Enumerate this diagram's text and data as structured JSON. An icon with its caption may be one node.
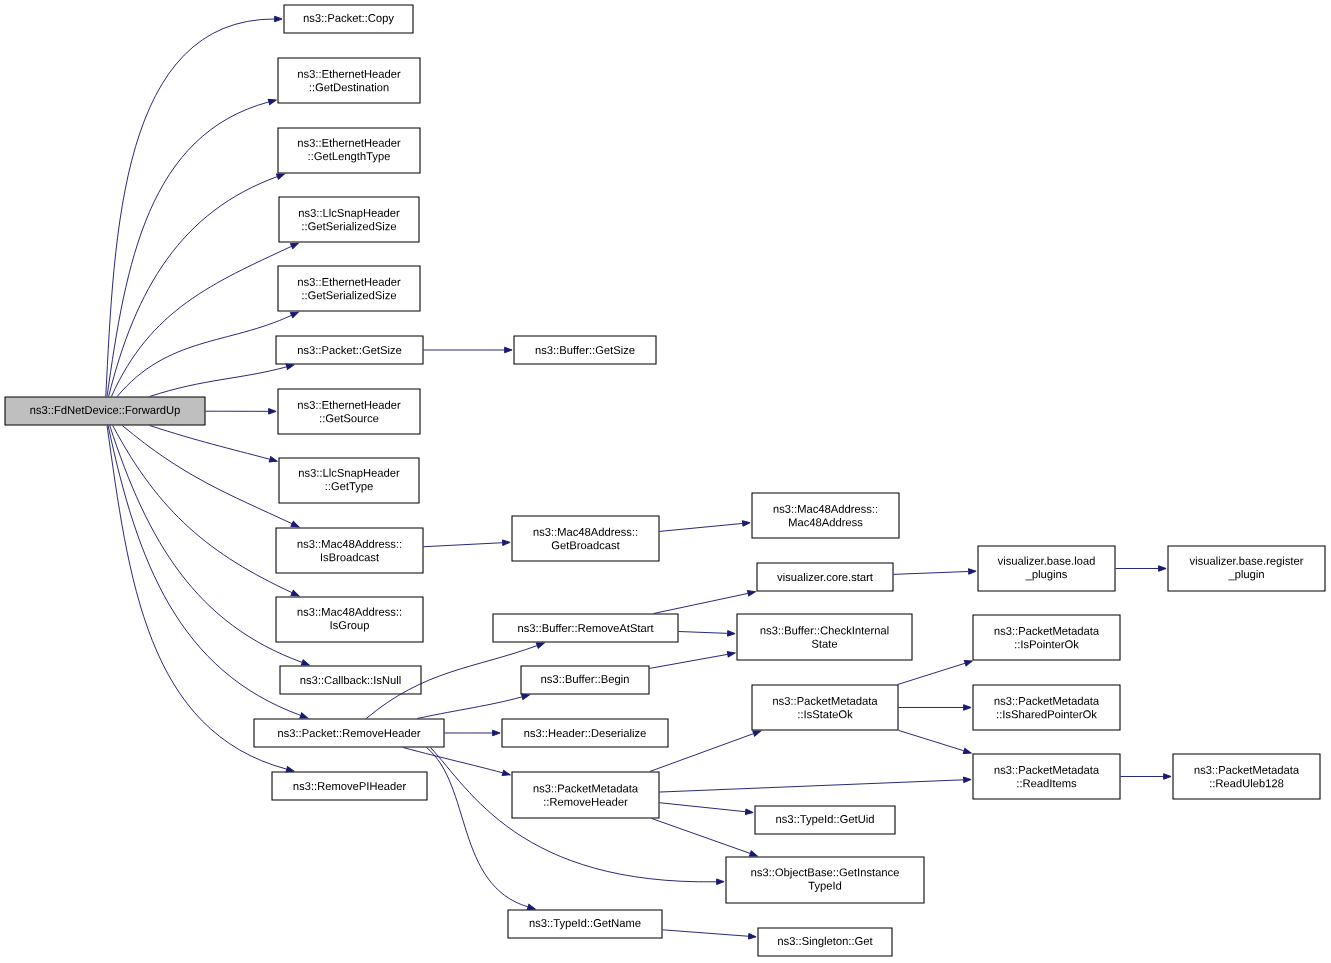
{
  "diagram": {
    "nodes": [
      {
        "text": [
          "ns3::FdNetDevice::ForwardUp"
        ]
      },
      {
        "text": [
          "ns3::Packet::Copy"
        ]
      },
      {
        "text": [
          "ns3::EthernetHeader ::GetDestination"
        ]
      },
      {
        "text": [
          "ns3::EthernetHeader ::GetLengthType"
        ]
      },
      {
        "text": [
          "ns3::LlcSnapHeader ::GetSerializedSize"
        ]
      },
      {
        "text": [
          "ns3::EthernetHeader ::GetSerializedSize"
        ]
      },
      {
        "text": [
          "ns3::Packet::GetSize"
        ]
      },
      {
        "text": [
          "ns3::Buffer::GetSize"
        ]
      },
      {
        "text": [
          "ns3::EthernetHeader ::GetSource"
        ]
      },
      {
        "text": [
          "ns3::LlcSnapHeader ::GetType"
        ]
      },
      {
        "text": [
          "ns3::Mac48Address:: IsBroadcast"
        ]
      },
      {
        "text": [
          "ns3::Mac48Address:: GetBroadcast"
        ]
      },
      {
        "text": [
          "ns3::Mac48Address:: Mac48Address"
        ]
      },
      {
        "text": [
          "ns3::Mac48Address:: IsGroup"
        ]
      },
      {
        "text": [
          "ns3::Callback::IsNull"
        ]
      },
      {
        "text": [
          "ns3::Packet::RemoveHeader"
        ]
      },
      {
        "text": [
          "ns3::RemovePIHeader"
        ]
      },
      {
        "text": [
          "ns3::Buffer::RemoveAtStart"
        ]
      },
      {
        "text": [
          "visualizer.core.start"
        ]
      },
      {
        "text": [
          "visualizer.base.load _plugins"
        ]
      },
      {
        "text": [
          "visualizer.base.register _plugin"
        ]
      },
      {
        "text": [
          "ns3::Buffer::CheckInternal State"
        ]
      },
      {
        "text": [
          "ns3::Buffer::Begin"
        ]
      },
      {
        "text": [
          "ns3::Header::Deserialize"
        ]
      },
      {
        "text": [
          "ns3::PacketMetadata ::IsStateOk"
        ]
      },
      {
        "text": [
          "ns3::PacketMetadata ::IsPointerOk"
        ]
      },
      {
        "text": [
          "ns3::PacketMetadata ::IsSharedPointerOk"
        ]
      },
      {
        "text": [
          "ns3::PacketMetadata ::ReadItems"
        ]
      },
      {
        "text": [
          "ns3::PacketMetadata ::ReadUleb128"
        ]
      },
      {
        "text": [
          "ns3::PacketMetadata ::RemoveHeader"
        ]
      },
      {
        "text": [
          "ns3::TypeId::GetUid"
        ]
      },
      {
        "text": [
          "ns3::ObjectBase::GetInstance TypeId"
        ]
      },
      {
        "text": [
          "ns3::TypeId::GetName"
        ]
      },
      {
        "text": [
          "ns3::Singleton::Get"
        ]
      }
    ],
    "edges": [
      {
        "from": 0,
        "to": 1,
        "arrow": "to"
      },
      {
        "from": 0,
        "to": 2,
        "arrow": "to"
      },
      {
        "from": 0,
        "to": 3,
        "arrow": "to"
      },
      {
        "from": 0,
        "to": 4,
        "arrow": "to"
      },
      {
        "from": 0,
        "to": 5,
        "arrow": "to"
      },
      {
        "from": 0,
        "to": 6,
        "arrow": "to"
      },
      {
        "from": 0,
        "to": 8,
        "arrow": "to"
      },
      {
        "from": 0,
        "to": 9,
        "arrow": "to"
      },
      {
        "from": 0,
        "to": 10,
        "arrow": "to"
      },
      {
        "from": 0,
        "to": 13,
        "arrow": "to"
      },
      {
        "from": 0,
        "to": 14,
        "arrow": "to"
      },
      {
        "from": 0,
        "to": 15,
        "arrow": "to"
      },
      {
        "from": 0,
        "to": 16,
        "arrow": "to"
      },
      {
        "from": 6,
        "to": 7,
        "arrow": "to"
      },
      {
        "from": 10,
        "to": 11,
        "arrow": "to"
      },
      {
        "from": 11,
        "to": 12,
        "arrow": "to"
      },
      {
        "from": 15,
        "to": 17,
        "arrow": "to"
      },
      {
        "from": 15,
        "to": 22,
        "arrow": "to"
      },
      {
        "from": 15,
        "to": 23,
        "arrow": "to"
      },
      {
        "from": 15,
        "to": 29,
        "arrow": "to"
      },
      {
        "from": 15,
        "to": 31,
        "arrow": "to"
      },
      {
        "from": 15,
        "to": 32,
        "arrow": "to"
      },
      {
        "from": 17,
        "to": 18,
        "arrow": "to"
      },
      {
        "from": 17,
        "to": 21,
        "arrow": "to"
      },
      {
        "from": 18,
        "to": 19,
        "arrow": "to"
      },
      {
        "from": 19,
        "to": 20,
        "arrow": "to"
      },
      {
        "from": 22,
        "to": 21,
        "arrow": "to"
      },
      {
        "from": 24,
        "to": 25,
        "arrow": "to"
      },
      {
        "from": 24,
        "to": 26,
        "arrow": "to"
      },
      {
        "from": 24,
        "to": 27,
        "arrow": "to"
      },
      {
        "from": 27,
        "to": 28,
        "arrow": "to"
      },
      {
        "from": 29,
        "to": 24,
        "arrow": "to"
      },
      {
        "from": 29,
        "to": 27,
        "arrow": "to"
      },
      {
        "from": 29,
        "to": 30,
        "arrow": "to"
      },
      {
        "from": 29,
        "to": 31,
        "arrow": "to"
      },
      {
        "from": 32,
        "to": 33,
        "arrow": "to"
      }
    ]
  }
}
